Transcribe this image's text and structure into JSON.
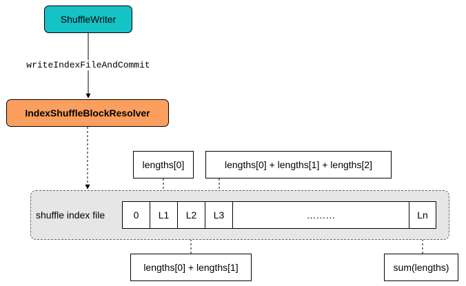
{
  "nodes": {
    "shuffle_writer": "ShuffleWriter",
    "resolver": "IndexShuffleBlockResolver"
  },
  "edge_label": "writeIndexFileAndCommit",
  "index_file": {
    "label": "shuffle index file",
    "cells": [
      "0",
      "L1",
      "L2",
      "L3",
      "………",
      "Ln"
    ]
  },
  "annotations": {
    "l1": "lengths[0]",
    "l3": "lengths[0] + lengths[1] + lengths[2]",
    "l2": "lengths[0] + lengths[1]",
    "ln": "sum(lengths)"
  },
  "colors": {
    "shuffle_writer_fill": "#15c2c6",
    "resolver_fill": "#fb9f5e",
    "container_fill": "#e6e6e6"
  }
}
